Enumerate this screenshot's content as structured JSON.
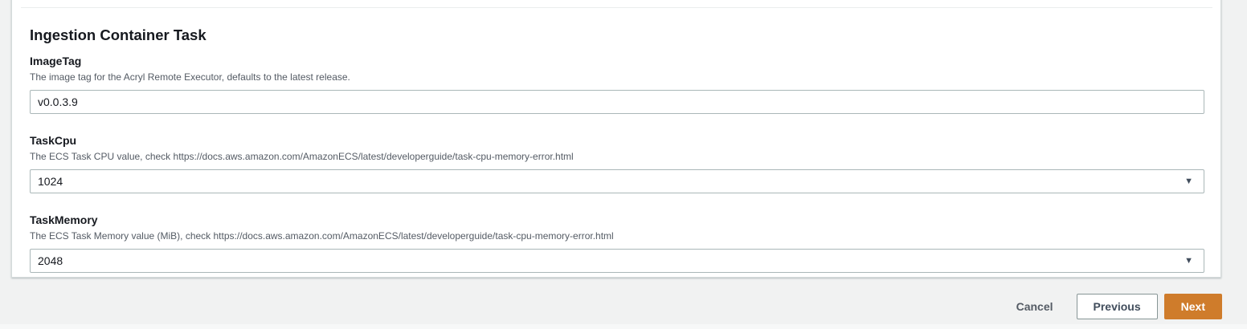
{
  "section": {
    "title": "Ingestion Container Task"
  },
  "fields": [
    {
      "label": "ImageTag",
      "description": "The image tag for the Acryl Remote Executor, defaults to the latest release.",
      "value": "v0.0.3.9",
      "type": "text"
    },
    {
      "label": "TaskCpu",
      "description": "The ECS Task CPU value, check https://docs.aws.amazon.com/AmazonECS/latest/developerguide/task-cpu-memory-error.html",
      "value": "1024",
      "type": "select"
    },
    {
      "label": "TaskMemory",
      "description": "The ECS Task Memory value (MiB), check https://docs.aws.amazon.com/AmazonECS/latest/developerguide/task-cpu-memory-error.html",
      "value": "2048",
      "type": "select"
    }
  ],
  "footer": {
    "cancel_label": "Cancel",
    "previous_label": "Previous",
    "next_label": "Next"
  },
  "icons": {
    "select_caret": "chevron-down-icon"
  },
  "colors": {
    "accent_orange": "#cf7c2b",
    "page_background": "#f1f2f2",
    "card_background": "#ffffff",
    "card_border": "#d5dbdb",
    "divider": "#eaeded",
    "label_text": "#16191f",
    "description_text": "#545b64",
    "input_border": "#aab7b8"
  }
}
